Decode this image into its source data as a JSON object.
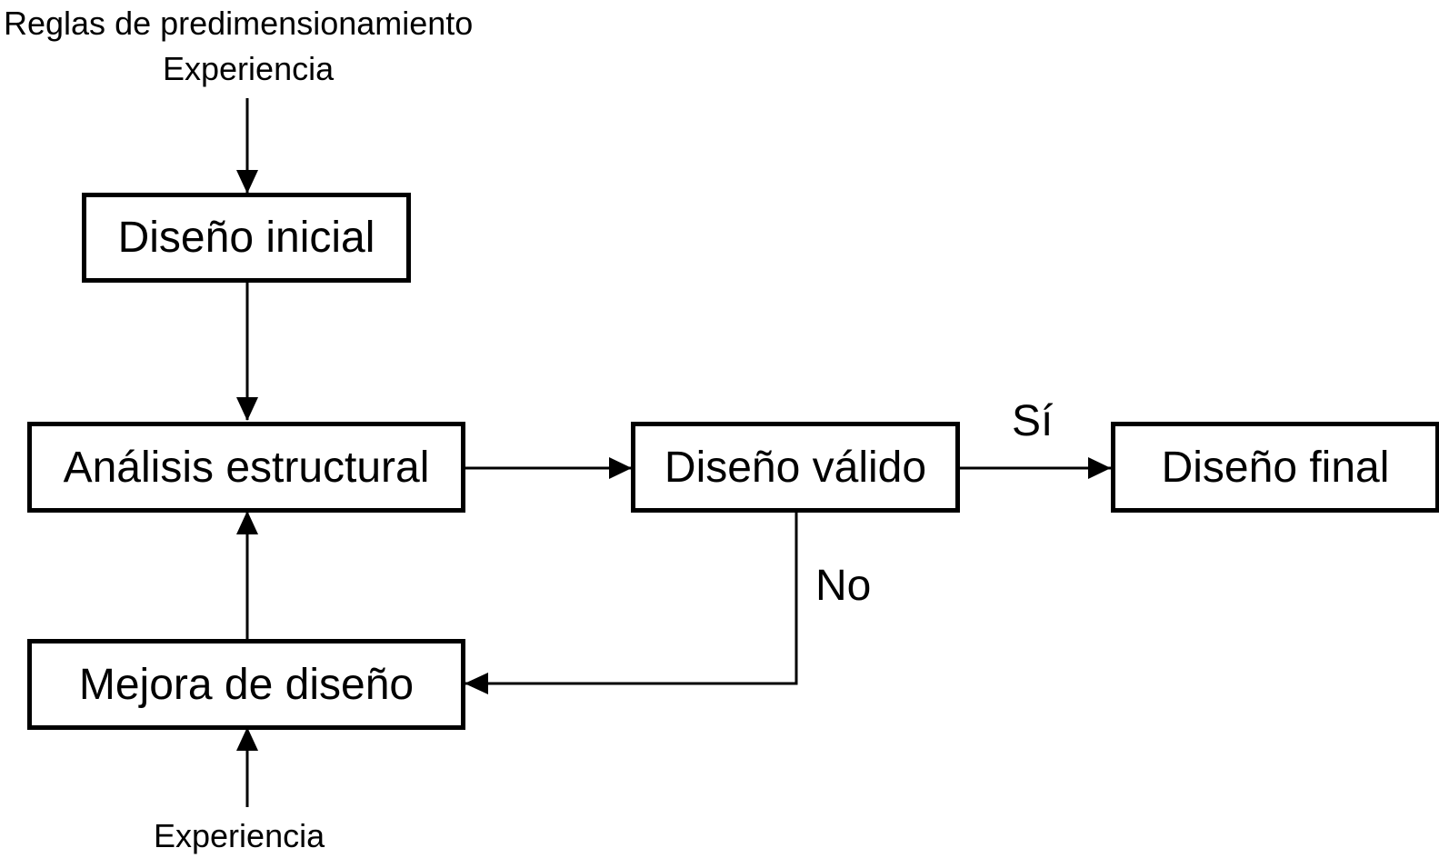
{
  "inputs": {
    "top_line1": "Reglas de predimensionamiento",
    "top_line2": "Experiencia",
    "bottom": "Experiencia"
  },
  "boxes": {
    "initial_design": "Diseño inicial",
    "structural_analysis": "Análisis estructural",
    "valid_design": "Diseño válido",
    "final_design": "Diseño final",
    "design_improvement": "Mejora de diseño"
  },
  "decisions": {
    "yes": "Sí",
    "no": "No"
  }
}
